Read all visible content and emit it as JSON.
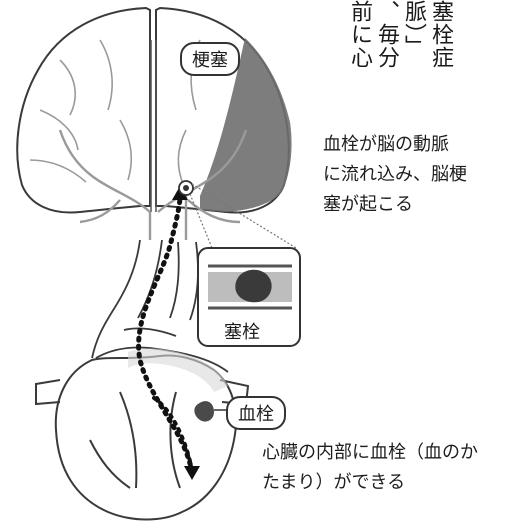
{
  "top_text": {
    "columns": [
      "塞栓症",
      "脈）」",
      "、毎分",
      "前に心"
    ]
  },
  "labels": {
    "infarct_tag": "梗塞",
    "thrombus_tag": "血栓",
    "embolus_label": "塞栓"
  },
  "captions": {
    "brain": [
      "血栓が脳の動脈",
      "に流れ込み、脳梗",
      "塞が起こる"
    ],
    "heart": [
      "心臓の内部に血栓（血のか",
      "たまり）ができる"
    ]
  },
  "colors": {
    "infarct": "#6f6f6f",
    "outline": "#3a3a3a",
    "vessel": "#9a9a9a",
    "arrow": "#111111"
  }
}
